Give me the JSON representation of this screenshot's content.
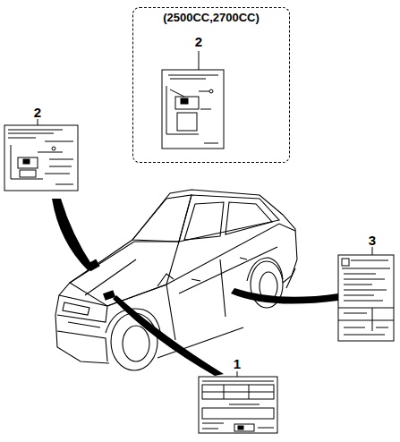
{
  "diagram": {
    "nodes": [
      {
        "text": [
          "(2500CC,2700CC)"
        ]
      }
    ],
    "labels": [
      "2",
      "2",
      "3",
      "1"
    ]
  }
}
